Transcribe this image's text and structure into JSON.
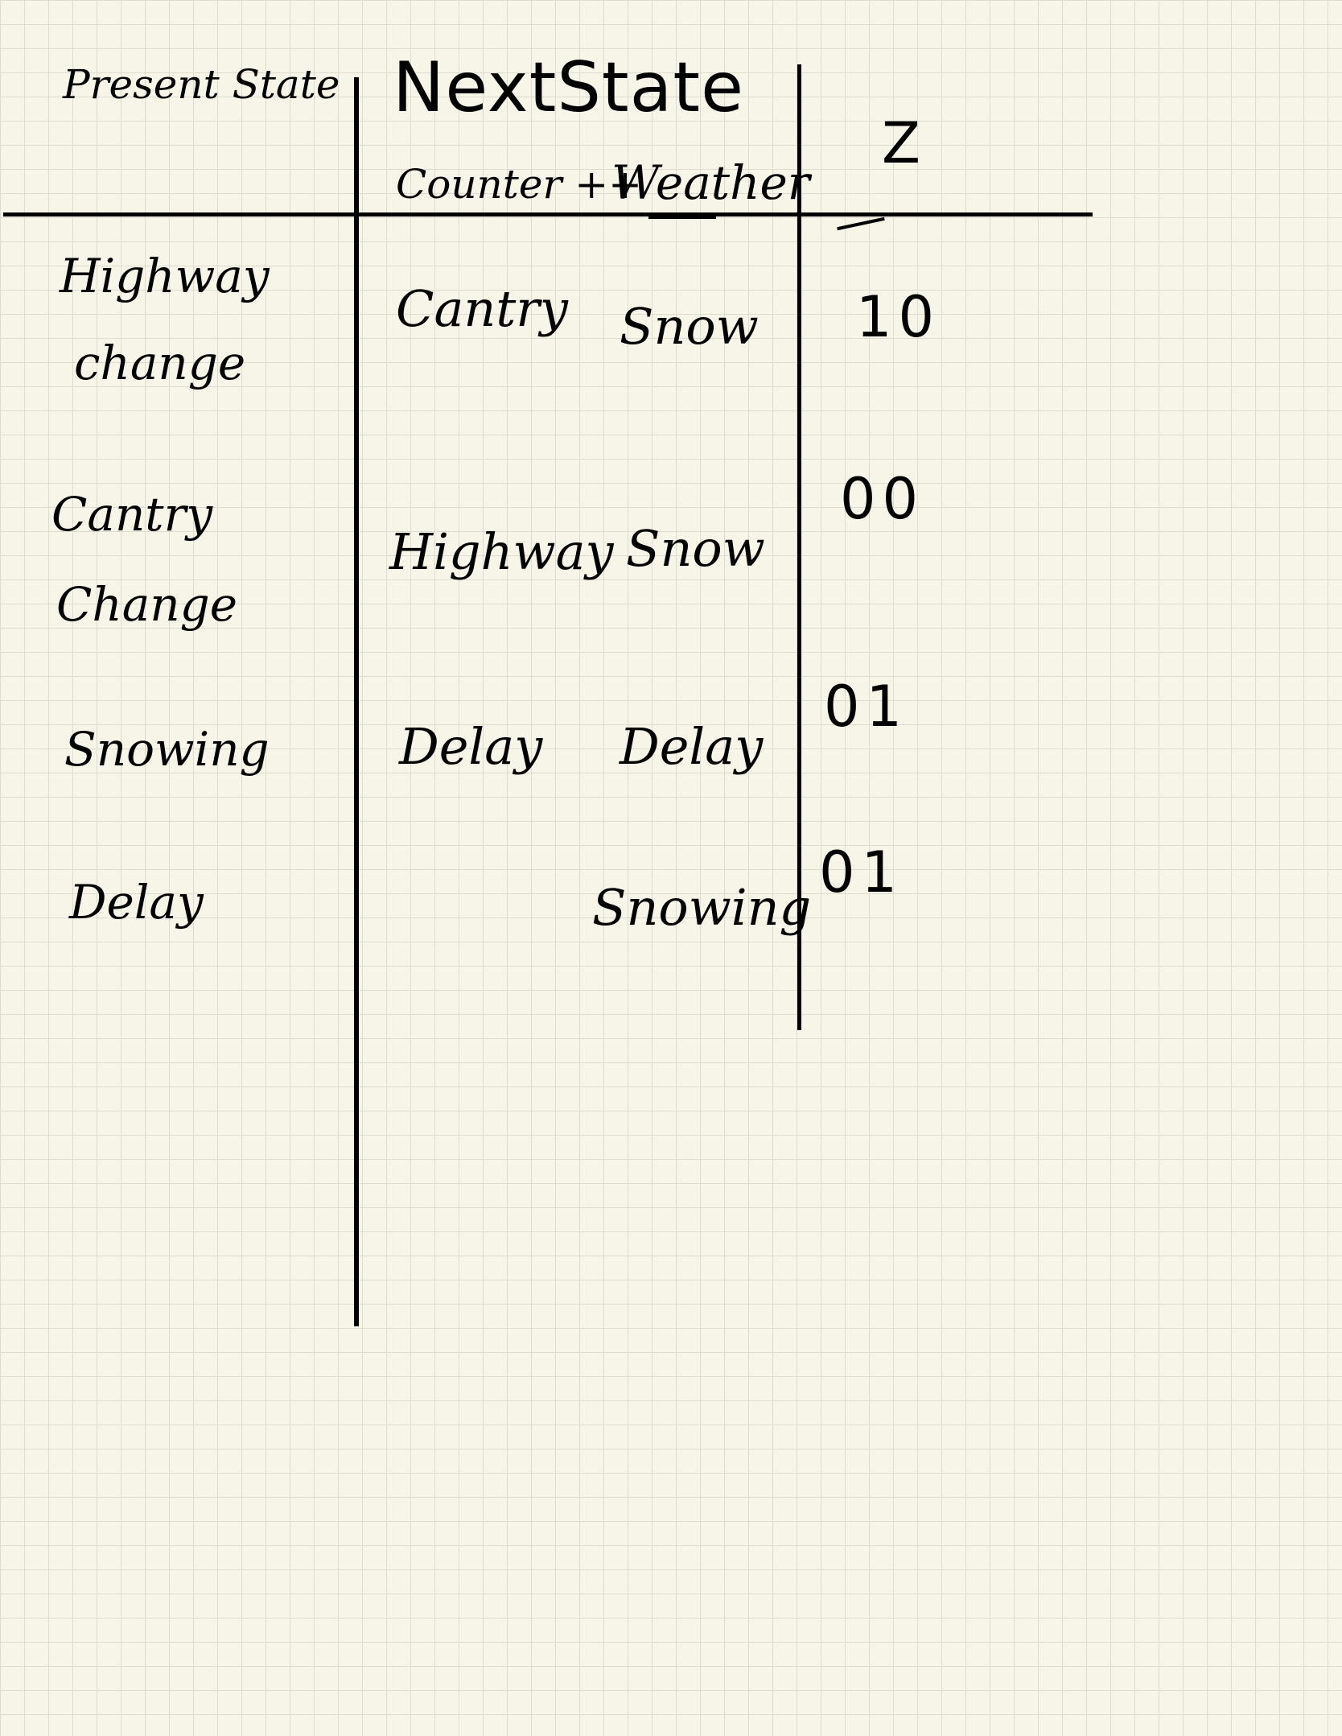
{
  "table": {
    "headers": {
      "present_state": "Present State",
      "next_state": "NextState",
      "counter_input": "Counter ++",
      "weather_input": "Weather",
      "output": "Z"
    },
    "rows": [
      {
        "present_line1": "Highway",
        "present_line2": "change",
        "next_counter": "Cantry",
        "next_weather": "Snow",
        "z": "10"
      },
      {
        "present_line1": "Cantry",
        "present_line2": "Change",
        "next_counter": "Highway",
        "next_weather": "Snow",
        "z": "00"
      },
      {
        "present_line1": "Snowing",
        "present_line2": "",
        "next_counter": "Delay",
        "next_weather": "Delay",
        "z": "01"
      },
      {
        "present_line1": "Delay",
        "present_line2": "",
        "next_counter": "",
        "next_weather": "Snowing",
        "z": "01"
      }
    ]
  }
}
